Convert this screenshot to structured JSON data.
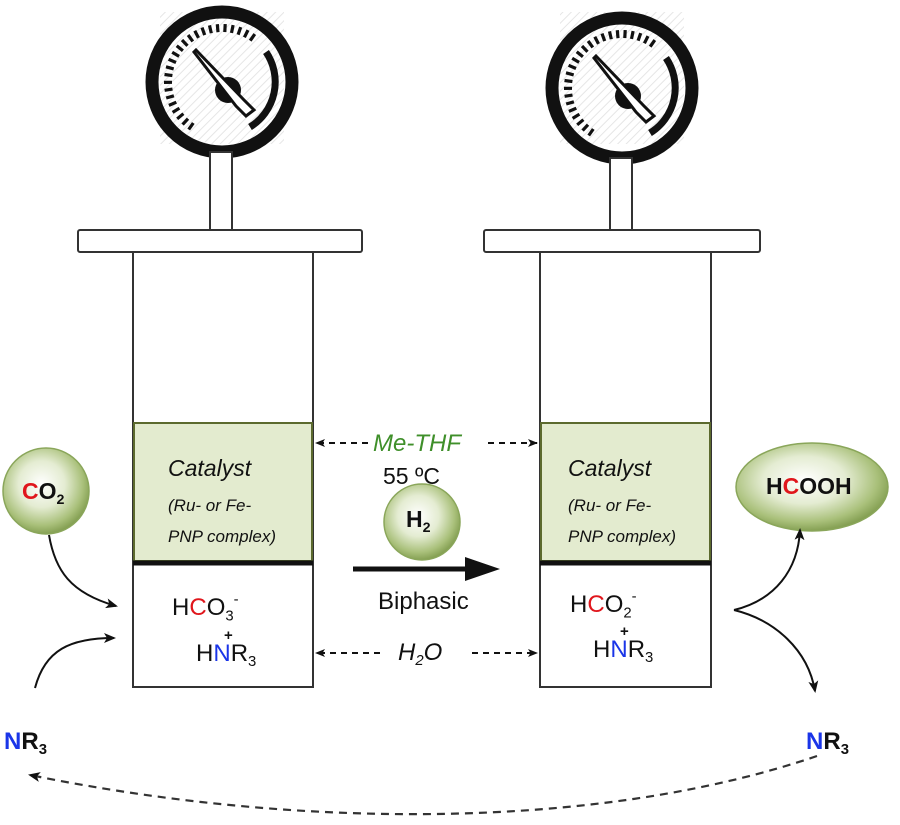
{
  "diagram": {
    "title": "Biphasic CO2 hydrogenation to formic acid in pressurized reactors",
    "left_reactor": {
      "catalyst_title": "Catalyst",
      "catalyst_line1": "(Ru- or Fe-",
      "catalyst_line2": "PNP complex)",
      "aqueous_anion_H": "H",
      "aqueous_anion_C": "C",
      "aqueous_anion_O": "O",
      "aqueous_anion_sub": "3",
      "aqueous_anion_charge": "-",
      "ammonium_H": "H",
      "ammonium_N": "N",
      "ammonium_R": "R",
      "ammonium_sub": "3",
      "ammonium_charge": "+"
    },
    "right_reactor": {
      "catalyst_title": "Catalyst",
      "catalyst_line1": "(Ru- or Fe-",
      "catalyst_line2": "PNP complex)",
      "aqueous_anion_H": "H",
      "aqueous_anion_C": "C",
      "aqueous_anion_O": "O",
      "aqueous_anion_sub": "2",
      "aqueous_anion_charge": "-",
      "ammonium_H": "H",
      "ammonium_N": "N",
      "ammonium_R": "R",
      "ammonium_sub": "3",
      "ammonium_charge": "+"
    },
    "organic_phase_label": "Me-THF",
    "temperature_label": "55 ºC",
    "aqueous_phase_label_H": "H",
    "aqueous_phase_label_sub": "2",
    "aqueous_phase_label_O": "O",
    "process_label": "Biphasic",
    "reagent_h2": {
      "main": "H",
      "sub": "2"
    },
    "reagent_co2": {
      "C": "C",
      "O": "O",
      "sub": "2"
    },
    "product": {
      "H1": "H",
      "C": "C",
      "rest": "OOH"
    },
    "amine_left": {
      "N": "N",
      "R": "R",
      "sub": "3"
    },
    "amine_right": {
      "N": "N",
      "R": "R",
      "sub": "3"
    },
    "icons": [
      "pressure-gauge-icon",
      "pressure-gauge-icon"
    ],
    "colors": {
      "catalyst_fill": "#e3ebcf",
      "sphere_green": "#8fae5a",
      "carbon_red": "#e0161c",
      "nitrogen_blue": "#1a35e8",
      "solvent_green": "#3f8f2a"
    }
  }
}
